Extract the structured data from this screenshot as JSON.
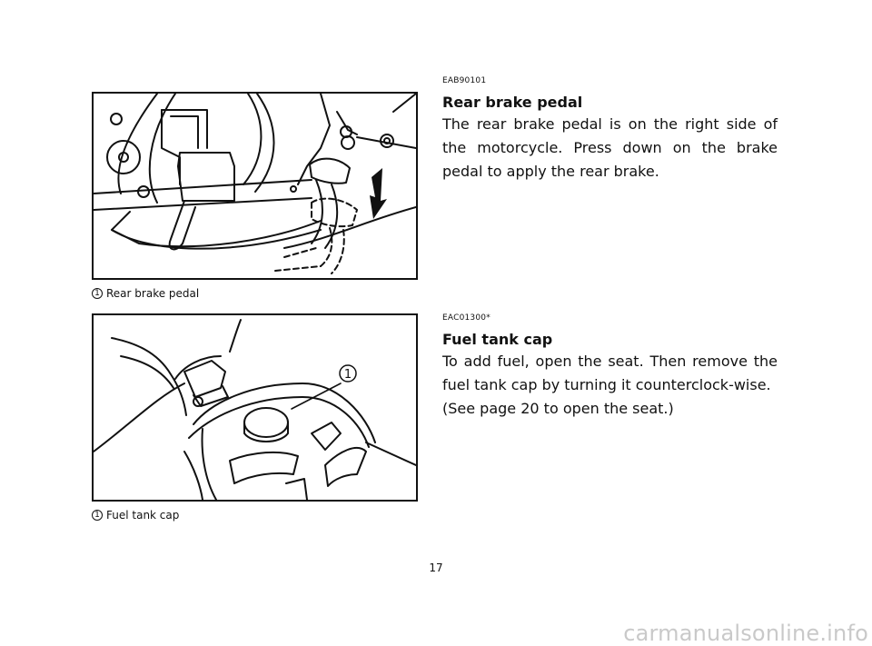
{
  "sections": [
    {
      "code": "EAB90101",
      "heading": "Rear brake pedal",
      "body": "The rear brake pedal is on the right side of the motorcycle. Press down on the brake pedal to apply the rear brake."
    },
    {
      "code": "EAC01300*",
      "heading": "Fuel tank cap",
      "body_lines": [
        "To add fuel, open the seat. Then remove the fuel tank cap by turning it counterclock-wise.",
        "(See page 20 to open the seat.)"
      ]
    }
  ],
  "figures": [
    {
      "callout": "1",
      "caption": "Rear brake pedal"
    },
    {
      "callout": "1",
      "caption": "Fuel tank cap",
      "leader_number": "1"
    }
  ],
  "page_number": "17",
  "watermark": "carmanualsonline.info"
}
